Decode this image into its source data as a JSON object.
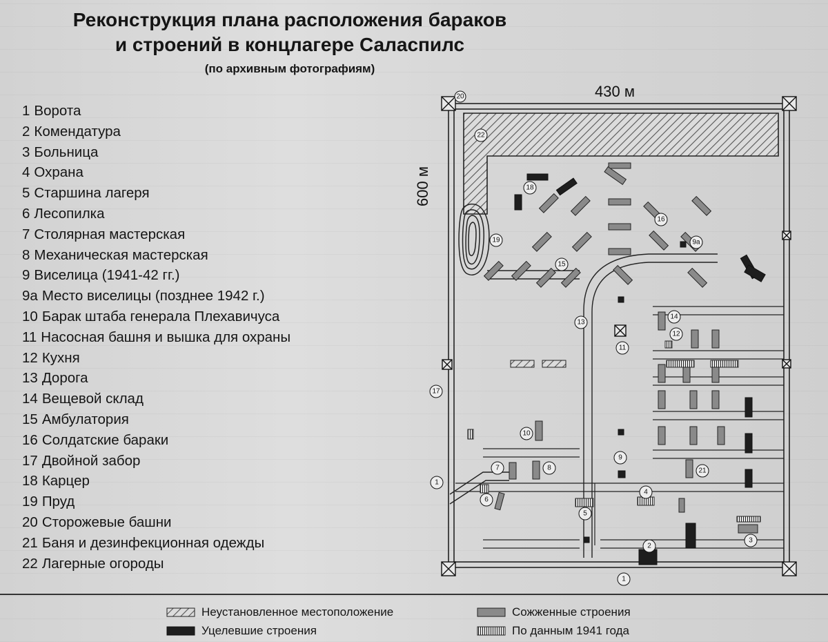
{
  "title": {
    "line1": "Реконструкция плана расположения бараков",
    "line2": "и строений в концлагере Саласпилс",
    "subtitle": "(по архивным фотографиям)"
  },
  "dimensions": {
    "width_label": "430 м",
    "height_label": "600 м"
  },
  "legend": [
    {
      "num": "1",
      "text": "Ворота"
    },
    {
      "num": "2",
      "text": "Комендатура"
    },
    {
      "num": "3",
      "text": "Больница"
    },
    {
      "num": "4",
      "text": "Охрана"
    },
    {
      "num": "5",
      "text": "Старшина лагеря"
    },
    {
      "num": "6",
      "text": "Лесопилка"
    },
    {
      "num": "7",
      "text": "Столярная мастерская"
    },
    {
      "num": "8",
      "text": "Механическая мастерская"
    },
    {
      "num": "9",
      "text": "Виселица (1941-42 гг.)"
    },
    {
      "num": "9а",
      "text": "Место виселицы (позднее 1942 г.)"
    },
    {
      "num": "10",
      "text": "Барак штаба генерала Плехавичуса"
    },
    {
      "num": "11",
      "text": "Насосная башня и вышка для охраны"
    },
    {
      "num": "12",
      "text": "Кухня"
    },
    {
      "num": "13",
      "text": "Дорога"
    },
    {
      "num": "14",
      "text": "Вещевой склад"
    },
    {
      "num": "15",
      "text": "Амбулатория"
    },
    {
      "num": "16",
      "text": "Солдатские бараки"
    },
    {
      "num": "17",
      "text": "Двойной забор"
    },
    {
      "num": "18",
      "text": "Карцер"
    },
    {
      "num": "19",
      "text": "Пруд"
    },
    {
      "num": "20",
      "text": "Сторожевые башни"
    },
    {
      "num": "21",
      "text": "Баня и дезинфекционная одежды"
    },
    {
      "num": "22",
      "text": "Лагерные огороды"
    }
  ],
  "key": {
    "unknown": "Неустановленное местоположение",
    "survived": "Уцелевшие строения",
    "burned": "Сожженные строения",
    "data1941": "По данным 1941 года"
  },
  "map_markers": [
    {
      "label": "20"
    },
    {
      "label": "22"
    },
    {
      "label": "18"
    },
    {
      "label": "16"
    },
    {
      "label": "9а"
    },
    {
      "label": "19"
    },
    {
      "label": "15"
    },
    {
      "label": "13"
    },
    {
      "label": "14"
    },
    {
      "label": "12"
    },
    {
      "label": "11"
    },
    {
      "label": "17"
    },
    {
      "label": "10"
    },
    {
      "label": "9"
    },
    {
      "label": "21"
    },
    {
      "label": "7"
    },
    {
      "label": "8"
    },
    {
      "label": "1"
    },
    {
      "label": "6"
    },
    {
      "label": "5"
    },
    {
      "label": "4"
    },
    {
      "label": "2"
    },
    {
      "label": "3"
    },
    {
      "label": "1"
    }
  ],
  "colors": {
    "burned": "#8a8a8a",
    "survived": "#1e1e1e",
    "ink": "#151515",
    "background": "#d9d9d9"
  }
}
